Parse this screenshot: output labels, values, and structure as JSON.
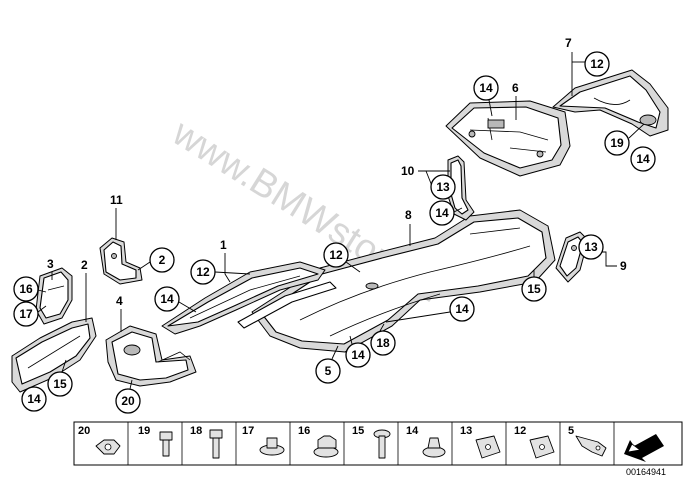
{
  "watermark": "www.BMWstore.pl",
  "reference_id": "00164941",
  "labels": {
    "l1": "1",
    "l2": "2",
    "l3": "3",
    "l4": "4",
    "l6": "6",
    "l7": "7",
    "l8": "8",
    "l9": "9",
    "l10": "10",
    "l11": "11"
  },
  "callouts": {
    "c12a": "12",
    "c14a": "14",
    "c19a": "19",
    "c14b": "14",
    "c13a": "13",
    "c14c": "14",
    "c12b": "12",
    "c2": "2",
    "c12c": "12",
    "c14d": "14",
    "c13b": "13",
    "c14e": "14",
    "c15a": "15",
    "c16": "16",
    "c17": "17",
    "c15b": "15",
    "c14f": "14",
    "c20": "20",
    "c5": "5",
    "c14g": "14",
    "c18": "18"
  },
  "parts_strip": [
    {
      "num": "20"
    },
    {
      "num": "19"
    },
    {
      "num": "18"
    },
    {
      "num": "17"
    },
    {
      "num": "16"
    },
    {
      "num": "15"
    },
    {
      "num": "14"
    },
    {
      "num": "13"
    },
    {
      "num": "12"
    },
    {
      "num": "5"
    }
  ]
}
